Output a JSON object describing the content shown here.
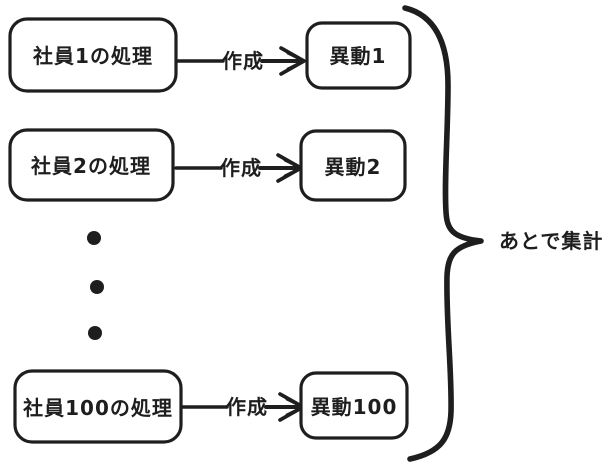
{
  "diagram": {
    "title_hint": "per-employee processing creates transfer records, aggregated later",
    "ink_color": "#1e1e1e",
    "background_color": "#ffffff",
    "rows": [
      {
        "source": "社員1の処理",
        "arrow_label": "作成",
        "target": "異動1"
      },
      {
        "source": "社員2の処理",
        "arrow_label": "作成",
        "target": "異動2"
      },
      {
        "source": "社員100の処理",
        "arrow_label": "作成",
        "target": "異動100"
      }
    ],
    "ellipsis_dots": 3,
    "brace_label": "あとで集計"
  }
}
